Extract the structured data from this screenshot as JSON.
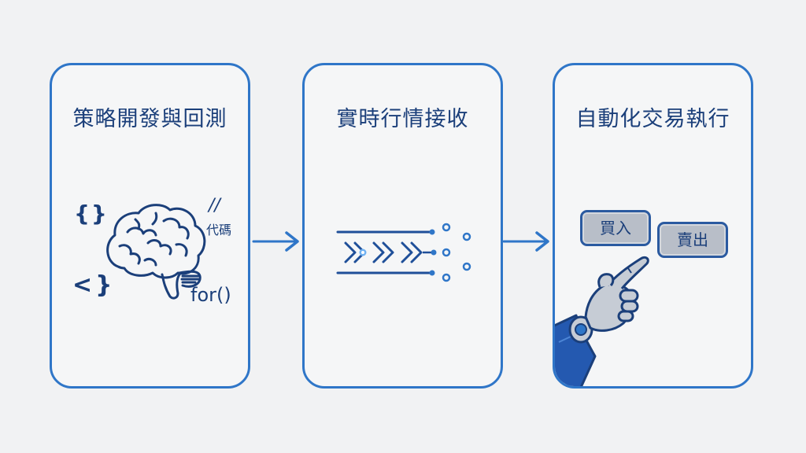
{
  "steps": [
    {
      "title": "策略開發與回測"
    },
    {
      "title": "實時行情接收"
    },
    {
      "title": "自動化交易執行"
    }
  ],
  "strategy_panel": {
    "curly_braces": "{}",
    "angle_braces": "<}",
    "comment_mark": "//",
    "code_label": "代碼",
    "loop_code": "for()"
  },
  "execution_panel": {
    "buy_label": "買入",
    "sell_label": "賣出"
  },
  "colors": {
    "accent_blue": "#2f76c8",
    "dark_navy": "#1b3f7a",
    "button_gray": "#b8bec8",
    "background": "#f1f2f3"
  }
}
